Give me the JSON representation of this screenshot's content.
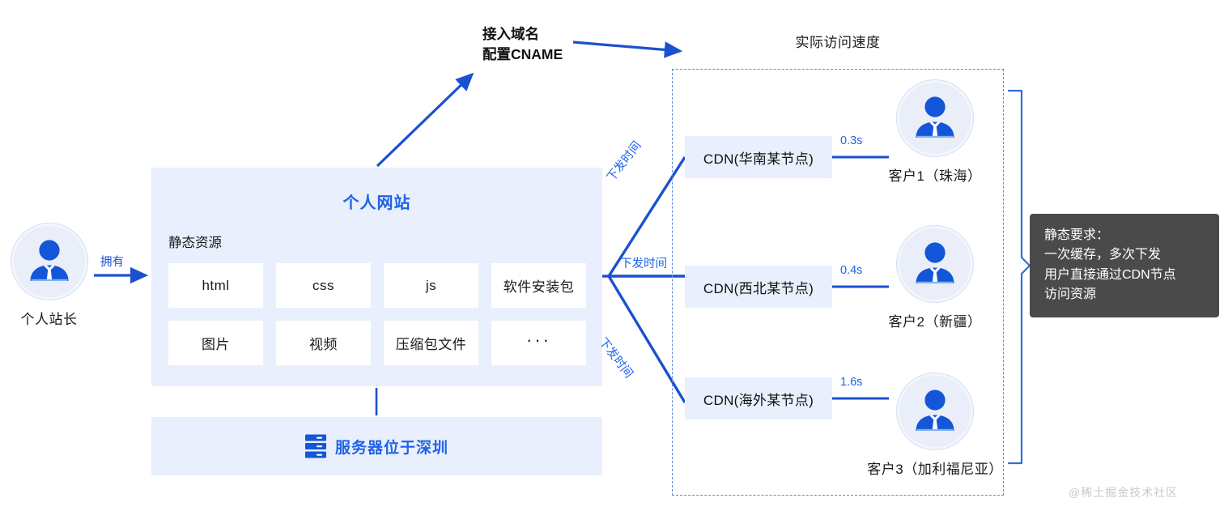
{
  "owner": {
    "label": "个人站长",
    "avatar_icon": "person-avatar-icon",
    "arrow_label": "拥有"
  },
  "website": {
    "title": "个人网站",
    "static_label": "静态资源",
    "tiles": [
      "html",
      "css",
      "js",
      "软件安装包",
      "图片",
      "视频",
      "压缩包文件",
      "···"
    ]
  },
  "server": {
    "icon": "server-rack-icon",
    "label": "服务器位于深圳"
  },
  "cname": {
    "line1": "接入域名",
    "line2": "配置CNAME"
  },
  "cdn_region": {
    "title": "实际访问速度",
    "branch_labels": [
      "下发时间",
      "下发时间",
      "下发时间"
    ],
    "rows": [
      {
        "node": "CDN(华南某节点)",
        "latency": "0.3s",
        "client": "客户1（珠海）",
        "avatar_icon": "person-avatar-icon"
      },
      {
        "node": "CDN(西北某节点)",
        "latency": "0.4s",
        "client": "客户2（新疆）",
        "avatar_icon": "person-avatar-icon"
      },
      {
        "node": "CDN(海外某节点)",
        "latency": "1.6s",
        "client": "客户3（加利福尼亚）",
        "avatar_icon": "person-avatar-icon"
      }
    ]
  },
  "tooltip": {
    "lines": [
      "静态要求：",
      "一次缓存，多次下发",
      "用户直接通过CDN节点",
      "访问资源"
    ]
  },
  "watermark": {
    "text": "@稀土掘金技术社区"
  },
  "colors": {
    "accent_blue": "#1f63e8",
    "panel_bg": "#e9effc",
    "dashed_border": "#5f8ad9",
    "tooltip_bg": "#4a4a4a",
    "avatar_blue": "#1456d8",
    "avatar_circle_bg": "#eaeef8"
  }
}
